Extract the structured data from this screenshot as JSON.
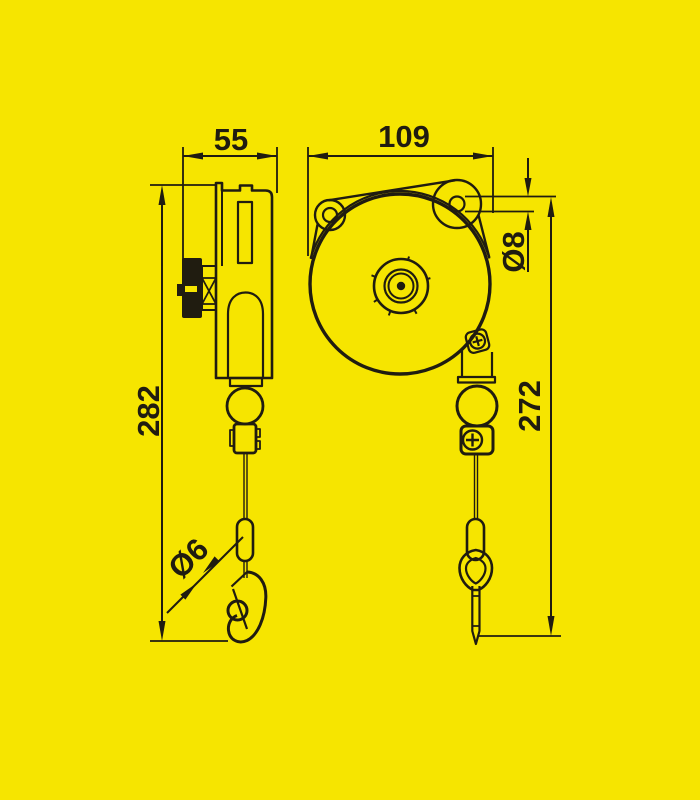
{
  "title": "Tool balancer technical drawing, two orthographic views with dimensions",
  "colors": {
    "background": "#f6e500",
    "line": "#201c10"
  },
  "views": {
    "side": {
      "name": "side view (balancer housing, knob, cable with snap hook)"
    },
    "front": {
      "name": "front view (drum housing, mounting lugs, cable with thimble pin)"
    }
  },
  "dimensions": {
    "side_width": "55",
    "front_width": "109",
    "hole_dia": "Ø8",
    "side_height": "282",
    "front_height": "272",
    "cable_dia": "Ø6"
  }
}
